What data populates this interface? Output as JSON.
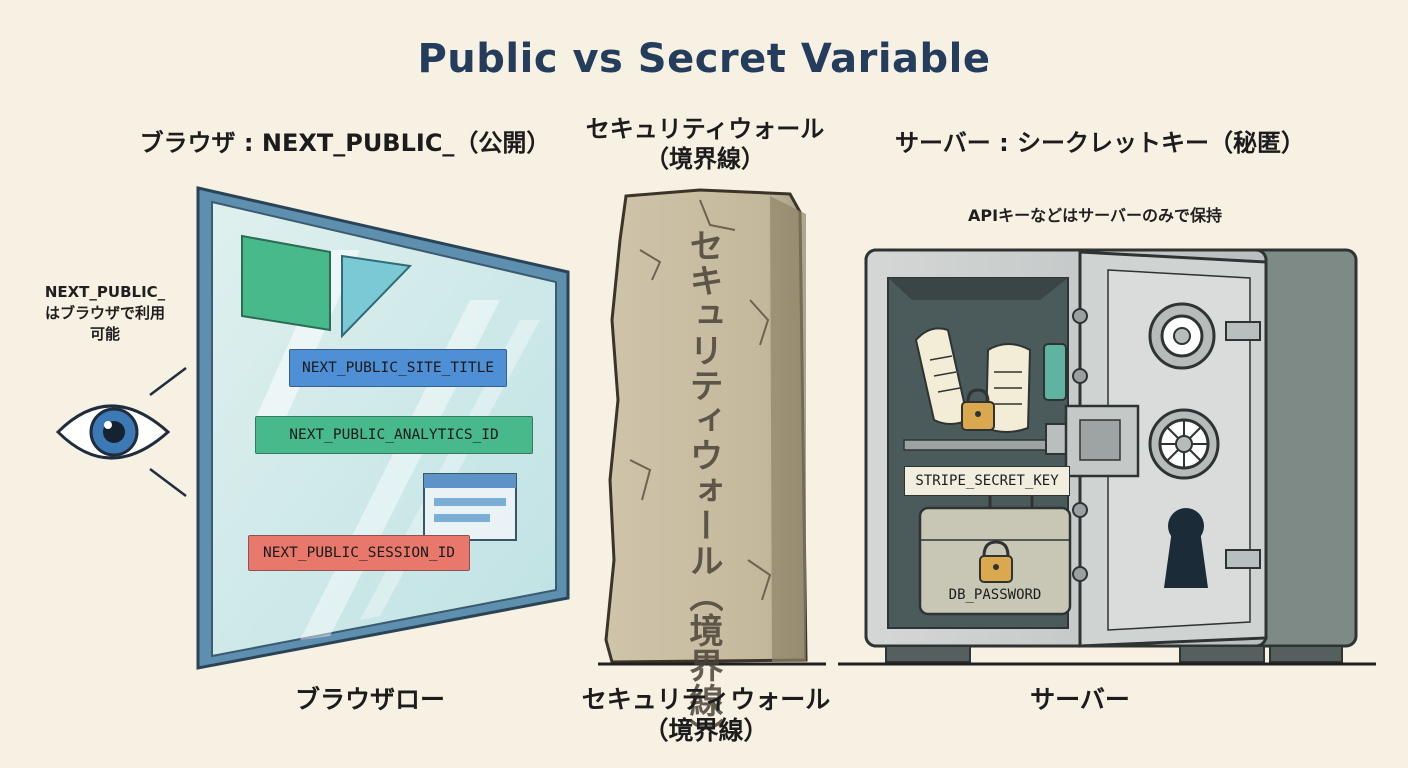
{
  "title": "Public vs Secret Variable",
  "headings": {
    "browser": "ブラウザ : NEXT_PUBLIC_（公開）",
    "wall_line1": "セキュリティウォール",
    "wall_line2": "（境界線）",
    "server": "サーバー : シークレットキー（秘匿）"
  },
  "eye_note": [
    "NEXT_PUBLIC_",
    "はブラウザで利用",
    "可能"
  ],
  "api_note": "APIキーなどはサーバーのみで保持",
  "public_vars": [
    {
      "label": "NEXT_PUBLIC_SITE_TITLE",
      "color": "#4f8fd6"
    },
    {
      "label": "NEXT_PUBLIC_ANALYTICS_ID",
      "color": "#47b98a"
    },
    {
      "label": "NEXT_PUBLIC_SESSION_ID",
      "color": "#e8776c"
    }
  ],
  "wall_text": "セキュリティウォール（境界線）",
  "secret_vars": {
    "stripe": "STRIPE_SECRET_KEY",
    "db": "DB_PASSWORD"
  },
  "captions": {
    "browser": "ブラウザロー",
    "wall_line1": "セキュリティウォール",
    "wall_line2": "（境界線）",
    "server": "サーバー"
  },
  "colors": {
    "title": "#253d5c",
    "background": "#f6f1e3",
    "window_frame": "#6fa0c0",
    "stone": "#c9bda2",
    "safe_body": "#c3c8c8"
  },
  "icons": [
    "eye-icon",
    "browser-window-icon",
    "stone-wall-icon",
    "safe-icon",
    "padlock-icon",
    "keyhole-icon",
    "dial-icon"
  ]
}
